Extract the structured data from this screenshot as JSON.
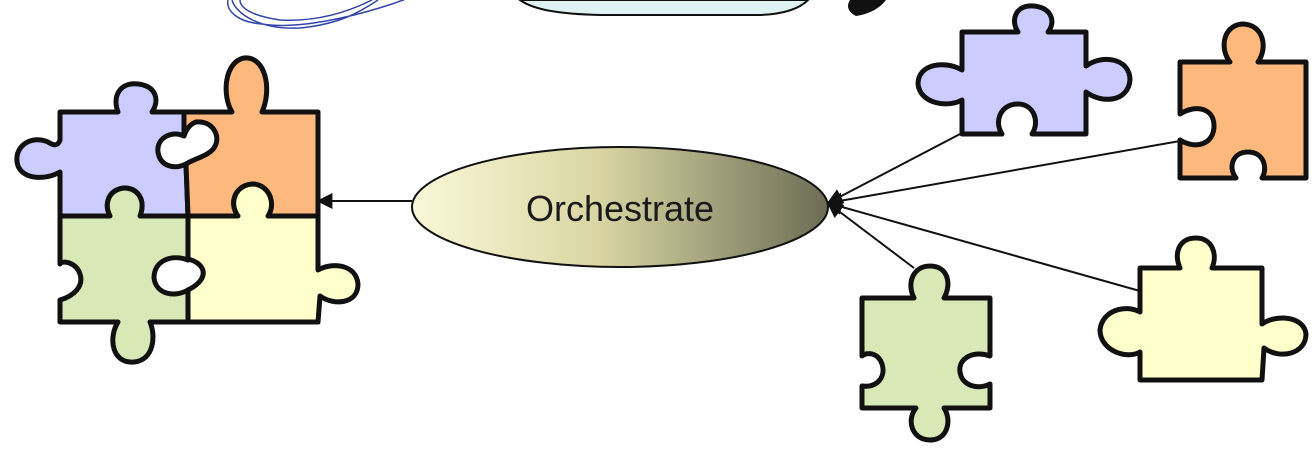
{
  "diagram": {
    "center_node": {
      "label": "Orchestrate",
      "gradient_start": "#fbf8d9",
      "gradient_end": "#6b6c54"
    },
    "piece_colors": {
      "lavender": "#ccccff",
      "orange": "#fdb97d",
      "green": "#d9e8b7",
      "cream": "#ffffcc",
      "outline": "#111111"
    },
    "assembled_group": {
      "pieces": [
        {
          "color": "lavender"
        },
        {
          "color": "orange"
        },
        {
          "color": "green"
        },
        {
          "color": "cream"
        }
      ]
    },
    "loose_pieces": [
      {
        "color": "lavender"
      },
      {
        "color": "orange"
      },
      {
        "color": "green"
      },
      {
        "color": "cream"
      }
    ],
    "top_partial_shapes": {
      "scribble_color": "#3344aa",
      "teal_fill": "#dff3f2",
      "dark_fill": "#111111"
    }
  }
}
